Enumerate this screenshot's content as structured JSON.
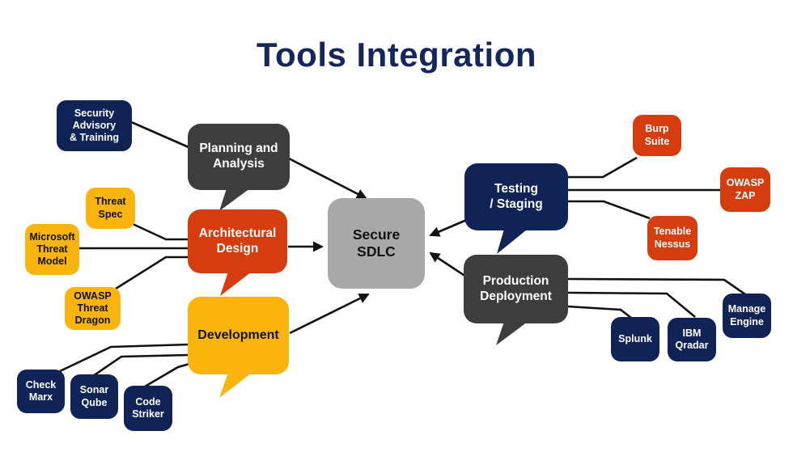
{
  "title": "Tools Integration",
  "colors": {
    "navy": "#0f2356",
    "red": "#d53c0e",
    "yellow": "#f9b40e",
    "dark": "#3d3d3d",
    "gray": "#a8a8a8",
    "title_color": "#14265c",
    "line": "#111111"
  },
  "center": {
    "label": "Secure\nSDLC"
  },
  "phases": {
    "planning": {
      "label": "Planning and\nAnalysis"
    },
    "architectural": {
      "label": "Architectural\nDesign"
    },
    "development": {
      "label": "Development"
    },
    "testing": {
      "label": "Testing\n/ Staging"
    },
    "production": {
      "label": "Production\nDeployment"
    }
  },
  "tools": {
    "security_advisory": {
      "label": "Security\nAdvisory\n& Training"
    },
    "threat_spec": {
      "label": "Threat\nSpec"
    },
    "microsoft_threat_model": {
      "label": "Microsoft\nThreat\nModel"
    },
    "owasp_threat_dragon": {
      "label": "OWASP\nThreat\nDragon"
    },
    "check_marx": {
      "label": "Check\nMarx"
    },
    "sonar_qube": {
      "label": "Sonar\nQube"
    },
    "code_striker": {
      "label": "Code\nStriker"
    },
    "burp_suite": {
      "label": "Burp\nSuite"
    },
    "owasp_zap": {
      "label": "OWASP\nZAP"
    },
    "tenable_nessus": {
      "label": "Tenable\nNessus"
    },
    "splunk": {
      "label": "Splunk"
    },
    "ibm_qradar": {
      "label": "IBM\nQradar"
    },
    "manage_engine": {
      "label": "Manage\nEngine"
    }
  }
}
